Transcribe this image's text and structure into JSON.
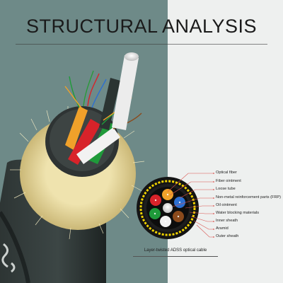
{
  "title": "STRUCTURAL ANALYSIS",
  "legend": [
    "Optical fiber",
    "Fiber ointment",
    "Loose tube",
    "Non-metal reinforcement parts (FRP)",
    "Oil ointment",
    "Water blocking materials",
    "Inner sheath",
    "Aramid",
    "Outer sheath"
  ],
  "caption": "Layer-twisted ADSS optical cable",
  "colors": {
    "background_left": "#6e8a88",
    "background_right": "#eef0ef",
    "outer_sheath": "#1b1d1e",
    "aramid_yarn": "#e6d9a2",
    "leader_line": "#d9534f",
    "tube_orange": "#f0a12a",
    "tube_red": "#d8232a",
    "tube_green": "#1f9a3a",
    "tube_white": "#f2f2f2",
    "tube_brown": "#8b4a1c",
    "tube_blue": "#2c6fd1",
    "fiber_core": "#d8d8d8"
  }
}
